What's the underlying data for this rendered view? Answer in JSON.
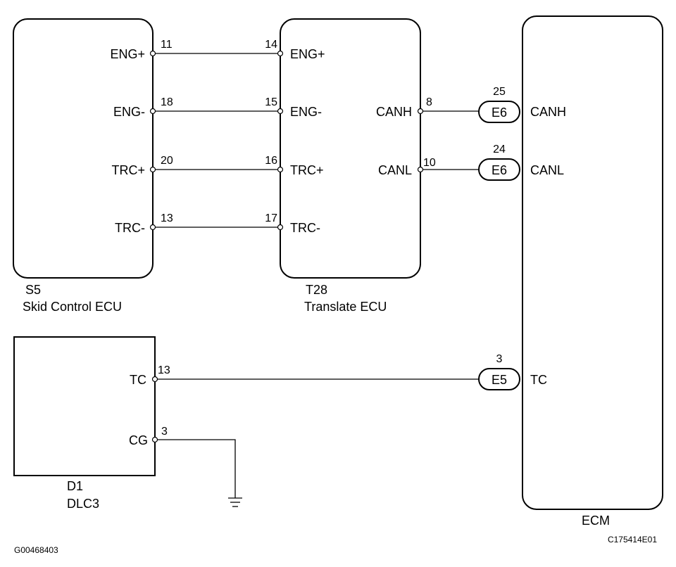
{
  "components": {
    "skid": {
      "code": "S5",
      "name": "Skid Control ECU"
    },
    "translate": {
      "code": "T28",
      "name": "Translate ECU"
    },
    "dlc": {
      "code": "D1",
      "name": "DLC3"
    },
    "ecm": {
      "name": "ECM"
    }
  },
  "skid_pins": {
    "eng_plus": {
      "label": "ENG+",
      "pin": "11"
    },
    "eng_minus": {
      "label": "ENG-",
      "pin": "18"
    },
    "trc_plus": {
      "label": "TRC+",
      "pin": "20"
    },
    "trc_minus": {
      "label": "TRC-",
      "pin": "13"
    }
  },
  "translate_pins": {
    "eng_plus": {
      "label": "ENG+",
      "pin": "14"
    },
    "eng_minus": {
      "label": "ENG-",
      "pin": "15"
    },
    "trc_plus": {
      "label": "TRC+",
      "pin": "16"
    },
    "trc_minus": {
      "label": "TRC-",
      "pin": "17"
    },
    "canh": {
      "label": "CANH",
      "pin": "8"
    },
    "canl": {
      "label": "CANL",
      "pin": "10"
    }
  },
  "dlc_pins": {
    "tc": {
      "label": "TC",
      "pin": "13"
    },
    "cg": {
      "label": "CG",
      "pin": "3"
    }
  },
  "ecm_pins": {
    "canh": {
      "label": "CANH",
      "connector": "E6",
      "pin": "25"
    },
    "canl": {
      "label": "CANL",
      "connector": "E6",
      "pin": "24"
    },
    "tc": {
      "label": "TC",
      "connector": "E5",
      "pin": "3"
    }
  },
  "figure_codes": {
    "left": "G00468403",
    "right": "C175414E01"
  }
}
